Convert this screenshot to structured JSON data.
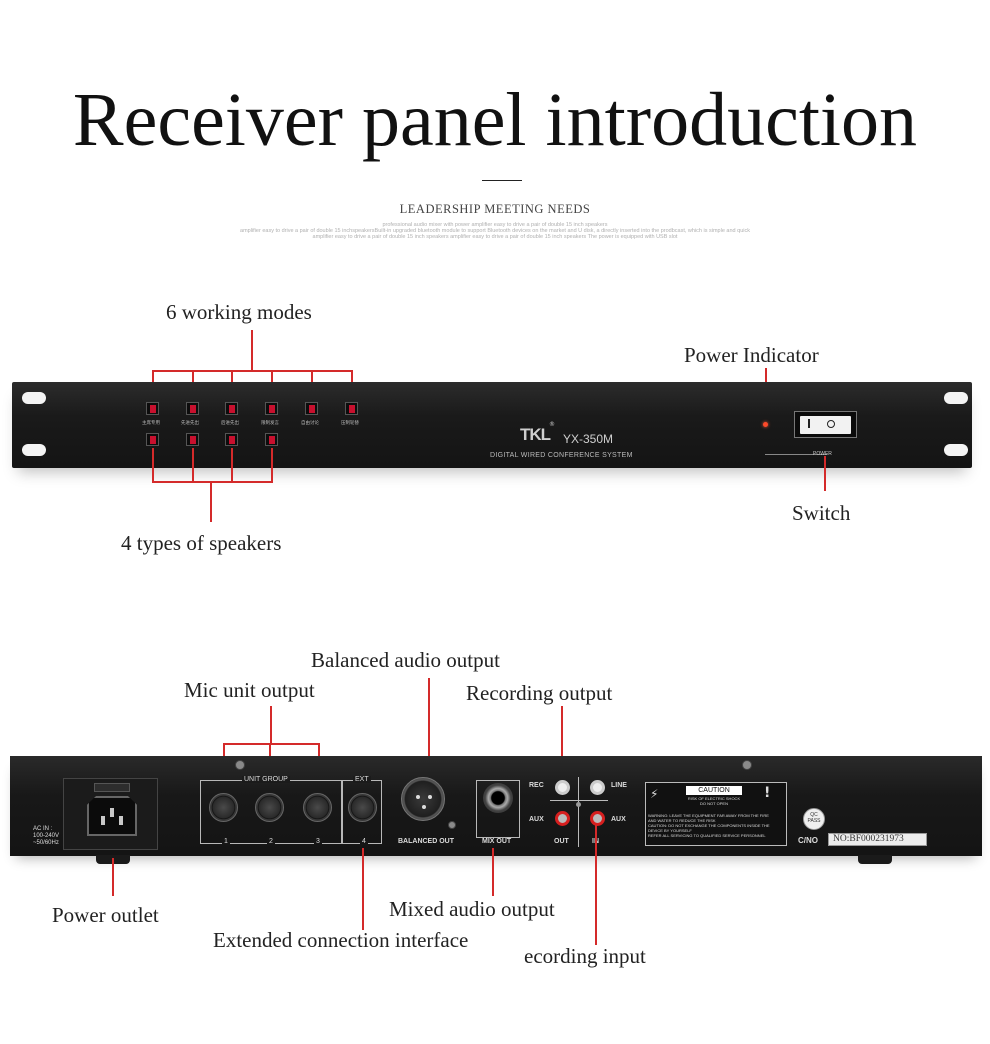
{
  "header": {
    "title": "Receiver panel introduction",
    "subtitle": "LEADERSHIP MEETING NEEDS",
    "fine_print": [
      "professional audio mixer with power amplifier easy to drive a pair of double 15 inch speakers",
      "amplifier easy to drive a pair of double 15 inchspeakersBuilt-in upgraded bluetooth module to support Bluetooth devices on the market and U disk, a directly inserted into the prodbcast, which is simple and quick",
      "amplifier easy to drive a pair of double 15 inch speakers amplifier easy to drive a pair of double 15 inch speakers The power is equipped with USB slot"
    ]
  },
  "front_panel": {
    "brand": "TKL",
    "registered_mark": "®",
    "model": "YX-350M",
    "tagline": "DIGITAL WIRED CONFERENCE SYSTEM",
    "power_label": "POWER",
    "mode_buttons": [
      "主席专用",
      "先进先出",
      "后进先出",
      "限制发言",
      "自由讨论",
      "压制轮替"
    ],
    "speaker_buttons": [
      "",
      "",
      "",
      ""
    ]
  },
  "front_callouts": {
    "working_modes": "6 working modes",
    "speaker_types": "4 types of speakers",
    "power_indicator": "Power Indicator",
    "switch": "Switch"
  },
  "rear_panel": {
    "ac_in_lines": [
      "AC IN :",
      "100-240V",
      "~50/60Hz"
    ],
    "unit_group": "UNIT GROUP",
    "ext": "EXT",
    "port_numbers": [
      "1",
      "2",
      "3",
      "4"
    ],
    "balanced_out": "BALANCED OUT",
    "mix_out": "MIX OUT",
    "rec": "REC",
    "line": "LINE",
    "aux_left": "AUX",
    "aux_right": "AUX",
    "out": "OUT",
    "in": "IN",
    "caution": {
      "title": "CAUTION",
      "sub1": "RISK OF ELECTRIC SHOCK",
      "sub2": "DO NOT OPEN",
      "lines": [
        "WARNING: LEAVE THE EQUIPMENT FAR AWAY FROM THE FIRE",
        "AND WATER TO REDUCE THE RISK",
        "CAUTION: DO NOT EXCHANGE THE COMPONENTS INSIDE THE",
        "DEVICE BY YOURSELF",
        "REFER ALL SERVICING TO QUALIFIED SERVICE PERSONNEL"
      ]
    },
    "qc": [
      "QC",
      "PASS"
    ],
    "cno_label": "C/NO",
    "cno_value": "NO:BF000231973"
  },
  "rear_callouts": {
    "balanced_audio_output": "Balanced audio output",
    "mic_unit_output": "Mic unit output",
    "recording_output": "Recording output",
    "power_outlet": "Power outlet",
    "mixed_audio_output": "Mixed audio output",
    "extended_interface": "Extended connection interface",
    "recording_input": "ecording input"
  }
}
